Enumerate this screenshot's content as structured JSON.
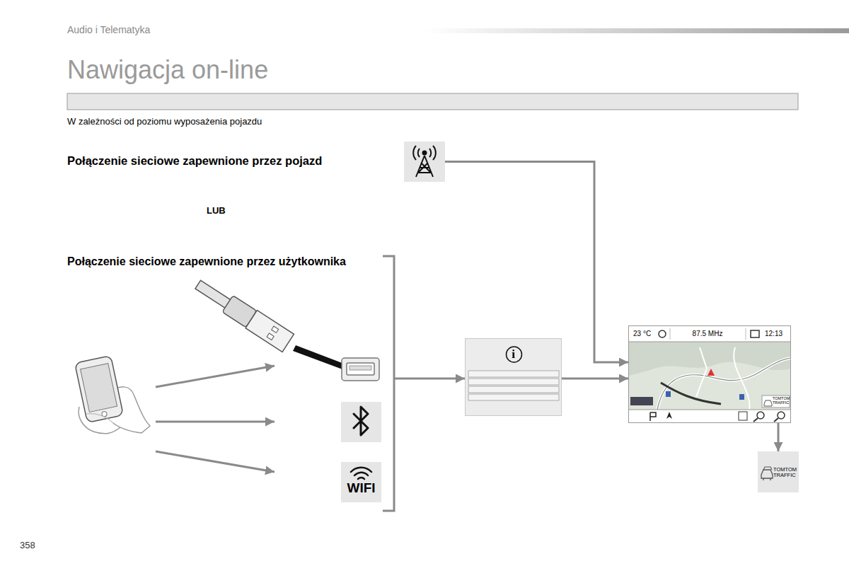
{
  "diagram": {
    "title": "Nawigacja on-line",
    "nodes": [
      {
        "text": [
          "Połączenie sieciowe zapewnione przez pojazd"
        ]
      },
      {
        "text": [
          "Połączenie sieciowe zapewnione przez użytkownika"
        ]
      },
      {
        "text": [
          "WIFI"
        ],
        "in": 1
      },
      {
        "text": [
          "i"
        ]
      },
      {
        "text": [
          "23 °C",
          "87.5 MHz",
          "12:13",
          "TOMTOM TRAFFIC"
        ]
      },
      {
        "text": [
          "TOMTOM TRAFFIC"
        ]
      }
    ],
    "edges": [
      {
        "from": 0,
        "to": 4,
        "arrow": "to"
      },
      {
        "from": 1,
        "to": 3,
        "arrow": "to"
      },
      {
        "from": 3,
        "to": 4,
        "arrow": "to"
      },
      {
        "from": 4,
        "to": 5,
        "arrow": "to"
      }
    ],
    "labels": [
      "Audio i Telematyka",
      "W zależności od poziomu wyposażenia pojazdu",
      "LUB",
      "358"
    ]
  }
}
